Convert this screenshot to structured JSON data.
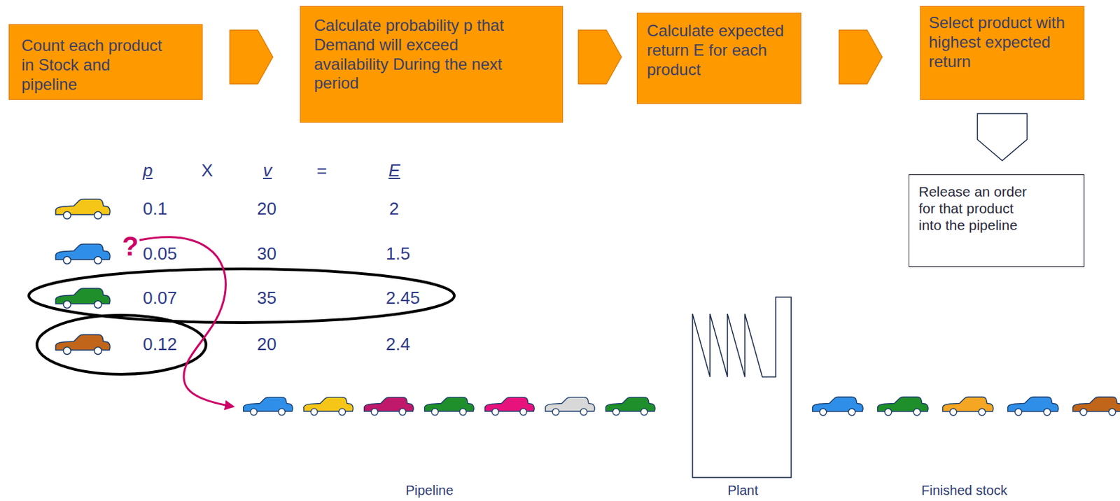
{
  "diagram": {
    "nodes": [
      {
        "text": [
          "Count each product in Stock and pipeline"
        ]
      },
      {
        "text": [
          "Calculate probability p that Demand will exceed availability During the next period"
        ]
      },
      {
        "text": [
          "Calculate expected return E for each product"
        ]
      },
      {
        "text": [
          "Select product with highest expected return"
        ]
      },
      {
        "text": [
          "Release an order for that product into the pipeline"
        ]
      }
    ],
    "edges": [
      {
        "from": 0,
        "to": 1,
        "arrow": "to"
      },
      {
        "from": 1,
        "to": 2,
        "arrow": "to"
      },
      {
        "from": 2,
        "to": 3,
        "arrow": "to"
      },
      {
        "from": 3,
        "to": 4,
        "arrow": "to"
      }
    ],
    "labels": [
      "p",
      "X",
      "v",
      "=",
      "E",
      "0.1",
      "20",
      "2",
      "0.05",
      "30",
      "1.5",
      "0.07",
      "35",
      "2.45",
      "0.12",
      "20",
      "2.4",
      "?",
      "Pipeline",
      "Plant",
      "Finished stock"
    ]
  }
}
